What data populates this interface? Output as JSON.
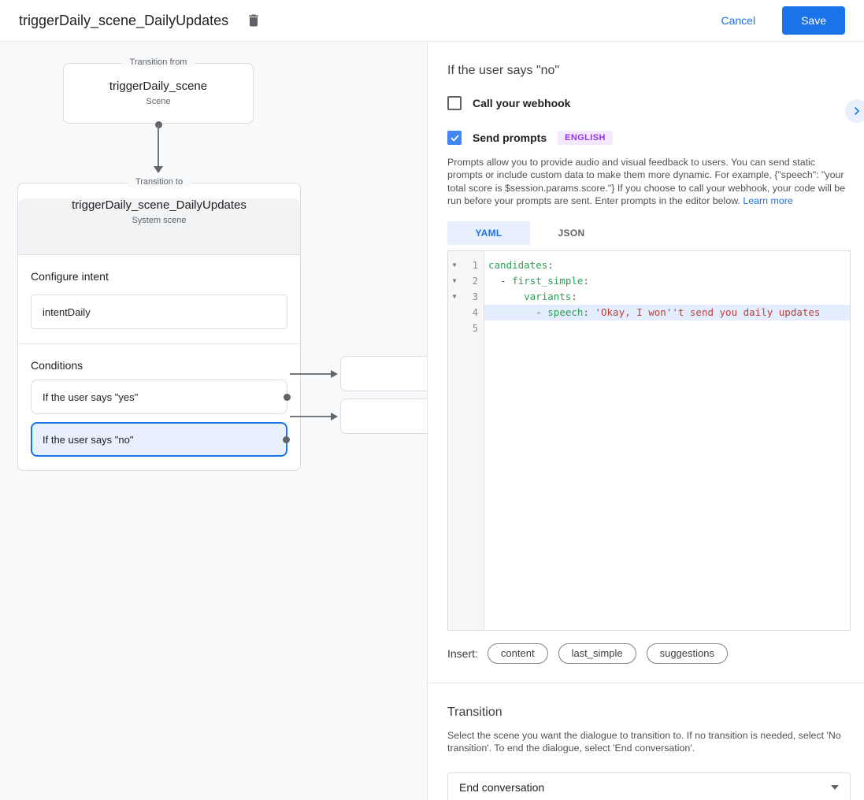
{
  "colors": {
    "accent": "#1a73e8",
    "accent_light_bg": "#e8f0fe",
    "canvas_bg": "#f8f9fa",
    "card_header_bg": "#f1f3f4",
    "badge_bg": "#f3e8fd",
    "badge_text": "#9334e6",
    "code_key": "#2e9e55",
    "code_string": "#b5433e",
    "code_line_highlight": "#e3edfd"
  },
  "topbar": {
    "title": "triggerDaily_scene_DailyUpdates",
    "cancel_label": "Cancel",
    "save_label": "Save"
  },
  "diagram": {
    "transition_from": {
      "label": "Transition from",
      "title": "triggerDaily_scene",
      "subtitle": "Scene"
    },
    "transition_to": {
      "label": "Transition to",
      "title": "triggerDaily_scene_DailyUpdates",
      "subtitle": "System scene"
    },
    "configure_intent": {
      "heading": "Configure intent",
      "value": "intentDaily"
    },
    "conditions": {
      "heading": "Conditions",
      "items": [
        {
          "label": "If the user says \"yes\"",
          "selected": false
        },
        {
          "label": "If the user says \"no\"",
          "selected": true
        }
      ]
    }
  },
  "panel": {
    "title": "If the user says \"no\"",
    "webhook": {
      "label": "Call your webhook",
      "checked": false
    },
    "prompts": {
      "label": "Send prompts",
      "checked": true,
      "badge": "ENGLISH"
    },
    "description": "Prompts allow you to provide audio and visual feedback to users. You can send static prompts or include custom data to make them more dynamic. For example, {\"speech\": \"your total score is $session.params.score.\"} If you choose to call your webhook, your code will be run before your prompts are sent. Enter prompts in the editor below. ",
    "learn_more": "Learn more",
    "tabs": [
      {
        "label": "YAML",
        "active": true
      },
      {
        "label": "JSON",
        "active": false
      }
    ],
    "editor": {
      "lines": [
        {
          "number": 1,
          "fold": true,
          "highlight": false,
          "segments": [
            {
              "type": "key",
              "text": "candidates"
            },
            {
              "type": "plain",
              "text": ":"
            }
          ]
        },
        {
          "number": 2,
          "fold": true,
          "highlight": false,
          "segments": [
            {
              "type": "plain",
              "text": "  - "
            },
            {
              "type": "key",
              "text": "first_simple"
            },
            {
              "type": "plain",
              "text": ":"
            }
          ]
        },
        {
          "number": 3,
          "fold": true,
          "highlight": false,
          "segments": [
            {
              "type": "plain",
              "text": "      "
            },
            {
              "type": "key",
              "text": "variants"
            },
            {
              "type": "plain",
              "text": ":"
            }
          ]
        },
        {
          "number": 4,
          "fold": false,
          "highlight": true,
          "segments": [
            {
              "type": "plain",
              "text": "        - "
            },
            {
              "type": "key",
              "text": "speech"
            },
            {
              "type": "plain",
              "text": ": "
            },
            {
              "type": "string",
              "text": "'Okay, I won''t send you daily updates"
            }
          ]
        },
        {
          "number": 5,
          "fold": false,
          "highlight": false,
          "segments": []
        }
      ]
    },
    "insert": {
      "label": "Insert:",
      "chips": [
        "content",
        "last_simple",
        "suggestions"
      ]
    },
    "transition": {
      "heading": "Transition",
      "description": "Select the scene you want the dialogue to transition to. If no transition is needed, select 'No transition'. To end the dialogue, select 'End conversation'.",
      "value": "End conversation"
    }
  }
}
